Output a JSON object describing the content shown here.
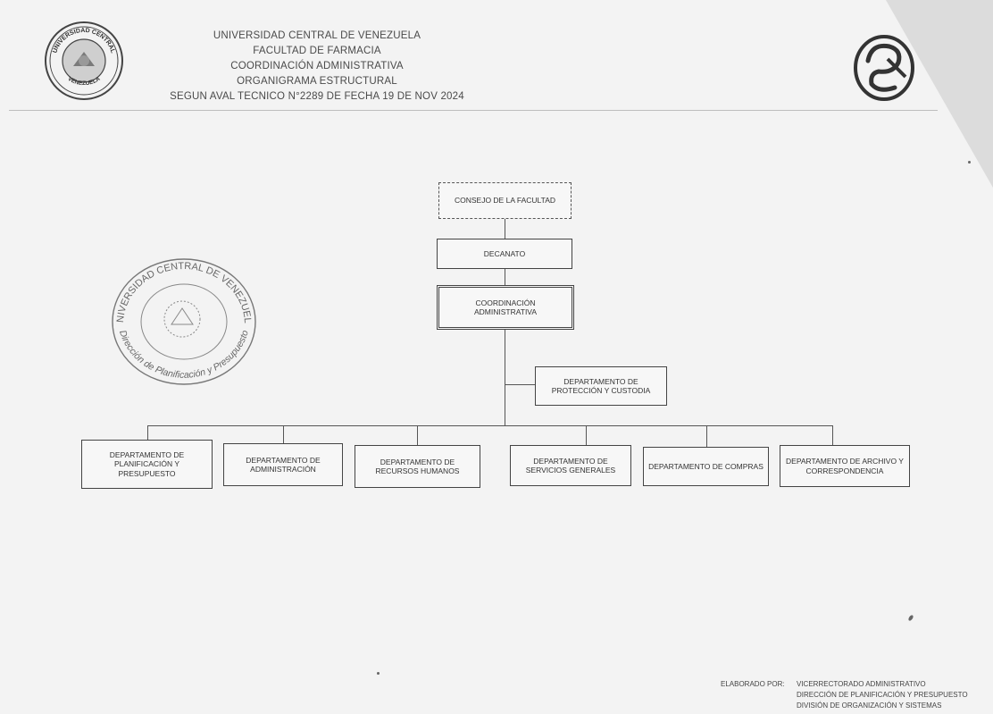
{
  "header": {
    "line1": "UNIVERSIDAD CENTRAL DE VENEZUELA",
    "line2": "FACULTAD DE FARMACIA",
    "line3": "COORDINACIÓN ADMINISTRATIVA",
    "line4": "ORGANIGRAMA ESTRUCTURAL",
    "line5": "SEGUN  AVAL TECNICO N°2289 DE FECHA 19 DE NOV 2024"
  },
  "seal_left": {
    "icon": "university-seal-icon",
    "top_text": "UNIVERSIDAD CENTRAL",
    "bottom_text": "VENEZUELA"
  },
  "seal_right": {
    "icon": "faculty-logo-icon"
  },
  "stamp": {
    "icon": "planning-stamp-icon",
    "top_text": "UNIVERSIDAD CENTRAL DE VENEZUELA",
    "bottom_text": "Dirección de Planificación y Presupuesto"
  },
  "chart": {
    "council": "CONSEJO DE LA FACULTAD",
    "deanery": "DECANATO",
    "coordination": "COORDINACIÓN\nADMINISTRATIVA",
    "protection": "DEPARTAMENTO DE\nPROTECCIÓN Y CUSTODIA",
    "departments": [
      "DEPARTAMENTO DE\nPLANIFICACIÓN Y\nPRESUPUESTO",
      "DEPARTAMENTO DE\nADMINISTRACIÓN",
      "DEPARTAMENTO DE\nRECURSOS HUMANOS",
      "DEPARTAMENTO DE\nSERVICIOS GENERALES",
      "DEPARTAMENTO DE COMPRAS",
      "DEPARTAMENTO DE ARCHIVO Y\nCORRESPONDENCIA"
    ]
  },
  "footer": {
    "label": "ELABORADO POR:",
    "line1": "VICERRECTORADO ADMINISTRATIVO",
    "line2": "DIRECCIÓN DE PLANIFICACIÓN Y PRESUPUESTO",
    "line3": "DIVISIÓN DE ORGANIZACIÓN Y SISTEMAS"
  }
}
